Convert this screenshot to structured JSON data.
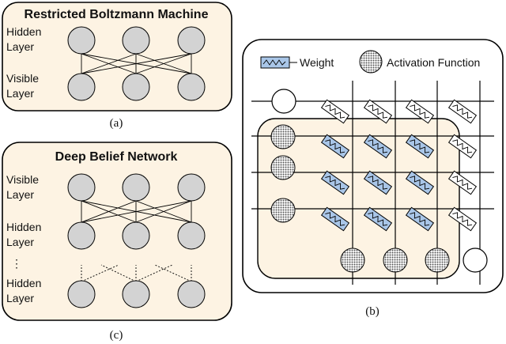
{
  "panel_a": {
    "title": "Restricted Boltzmann Machine",
    "hidden_label": [
      "Hidden",
      "Layer"
    ],
    "visible_label": [
      "Visible",
      "Layer"
    ],
    "caption": "(a)"
  },
  "panel_b": {
    "legend_weight": "Weight",
    "legend_activation": "Activation Function",
    "caption": "(b)"
  },
  "panel_c": {
    "title": "Deep Belief Network",
    "visible_label": [
      "Visible",
      "Layer"
    ],
    "hidden1_label": [
      "Hidden",
      "Layer"
    ],
    "ellipsis": "⋮",
    "hidden2_label": [
      "Hidden",
      "Layer"
    ],
    "caption": "(c)"
  },
  "colors": {
    "panel_fill": "#fdf3e3",
    "node_fill": "#d3d3d3",
    "weight_fill": "#a9c6e8",
    "stroke": "#000000"
  },
  "icons": [
    "zigzag-weight-icon",
    "dotted-activation-icon"
  ]
}
